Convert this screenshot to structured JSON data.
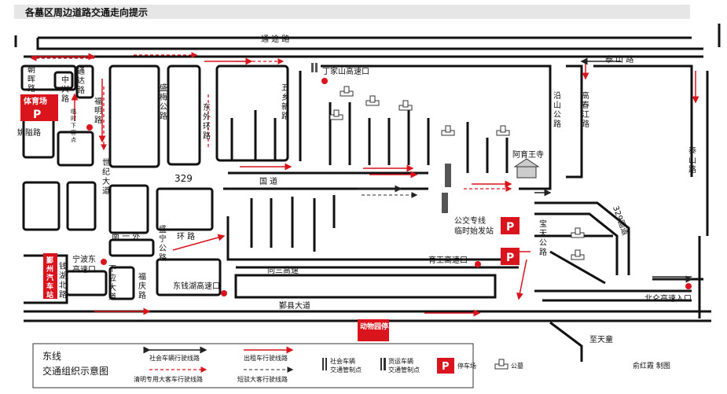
{
  "header": {
    "title": "各墓区周边道路交通走向提示"
  },
  "roads": {
    "tongtu": "通 途 路",
    "taishan": "泰 山 路",
    "taishan_v": "泰\n山\n路",
    "dongwai": "东\n外\n环\n路",
    "guodao": "国  道",
    "num329": "329",
    "num329road": "329国道",
    "shengmei": "盛\n梅\n公\n路",
    "wuxiang": "五\n乡\n新\n路",
    "yanshan": "沿\n山\n公\n路",
    "gaochun": "高\n春\n江\n路",
    "shiji": "世\n纪\n大\n道",
    "nanyi": "南 一 外",
    "huanlu": "环  路",
    "shengning": "盛\n宁\n公\n路",
    "tongsan": "同三高速",
    "yinxian": "鄞县大道",
    "qianhu": "钱\n湖\n北\n路",
    "xiaying": "下\n应\n大\n道",
    "fuqing": "福\n庆\n路",
    "zhitiantong": "至天童",
    "baotiangong": "宝\n天\n公\n路",
    "chaohui": "朝\n晖\n路",
    "zhongxing": "中\n兴\n路",
    "yaolong": "姚隘路",
    "tongjie": "通\n达\n路",
    "fuming": "福\n明\n路",
    "dingxiang": "临时\n下客点"
  },
  "points": {
    "dingjiashan": "丁家山高速口",
    "ayuwang": "阿育王寺",
    "gongjiao": "公交专线\n临时始发站",
    "yuwang": "育王高速口",
    "beilun": "北仑高速入口",
    "ningbodong": "宁波东\n高速口",
    "dongqianhu": "东钱湖高速口"
  },
  "parking": {
    "tiyuchang": "体育场",
    "p": "P",
    "yinzhou": "鄞州汽车站",
    "dongwuyuan": "动物园停车场"
  },
  "legend": {
    "title1": "东线",
    "title2": "交通组织示意图",
    "social": "社会车辆行驶线路",
    "taxi": "出租车行驶线路",
    "qingming": "清明专用大客车行驶线路",
    "shuttle": "短驳大客行驶线路",
    "control_social": "社会车辆\n交通管制点",
    "control_freight": "货运车辆\n交通管制点",
    "park": "停车场",
    "cemetery": "公墓"
  },
  "credit": "俞红霞  制图",
  "colors": {
    "red": "#d9141c",
    "dark": "#222222",
    "road": "#1a1a1a"
  }
}
